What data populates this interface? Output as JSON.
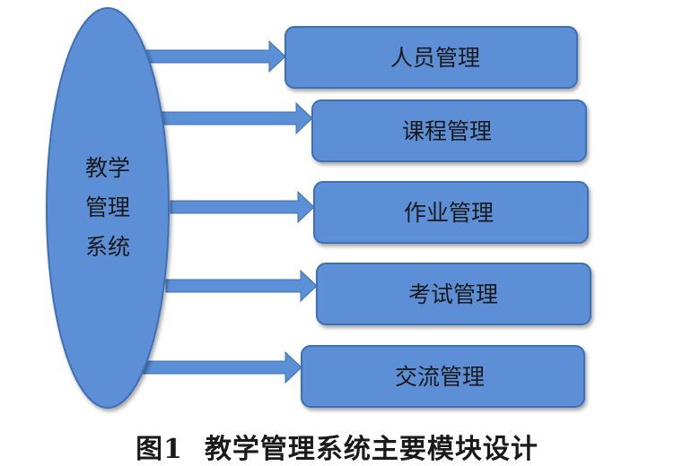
{
  "diagram": {
    "center": {
      "lines": [
        "教学",
        "管理",
        "系统"
      ]
    },
    "modules": [
      {
        "label": "人员管理"
      },
      {
        "label": "课程管理"
      },
      {
        "label": "作业管理"
      },
      {
        "label": "考试管理"
      },
      {
        "label": "交流管理"
      }
    ],
    "colors": {
      "fill": "#5b8fd6",
      "stroke": "#3d6fb5",
      "arrow": "#5b8fd6"
    }
  },
  "caption": {
    "figure_number": "图1",
    "text": "教学管理系统主要模块设计"
  }
}
